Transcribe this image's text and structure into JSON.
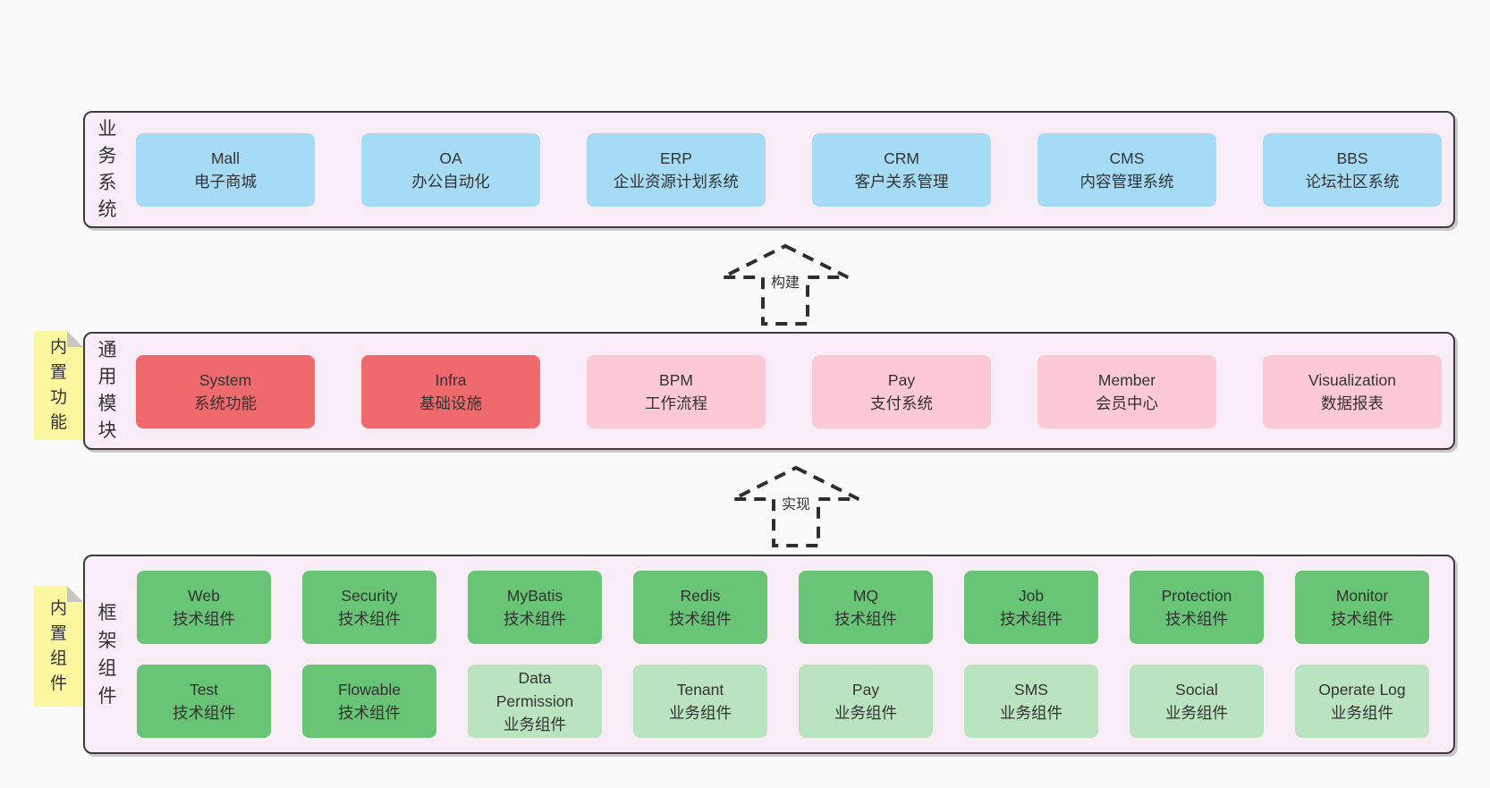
{
  "colors": {
    "page_bg": "#fafafa",
    "band_bg": "#f8edf6",
    "band_border": "#3c3c3c",
    "blue": "#a6dbf5",
    "red": "#ef6a6d",
    "pink": "#fdc9d4",
    "green_dark": "#68c575",
    "green_light": "#bae4c0",
    "sticky_yellow": "#fbf7a1",
    "fold_gray": "#c6c6c6",
    "text": "#333333",
    "dash": "#2e2e2e"
  },
  "arrows": [
    {
      "label": "构建"
    },
    {
      "label": "实现"
    }
  ],
  "bands": [
    {
      "label": "业务系统",
      "boxes": [
        {
          "title": "Mall",
          "subtitle": "电子商城"
        },
        {
          "title": "OA",
          "subtitle": "办公自动化"
        },
        {
          "title": "ERP",
          "subtitle": "企业资源计划系统"
        },
        {
          "title": "CRM",
          "subtitle": "客户关系管理"
        },
        {
          "title": "CMS",
          "subtitle": "内容管理系统"
        },
        {
          "title": "BBS",
          "subtitle": "论坛社区系统"
        }
      ]
    },
    {
      "label": "通用模块",
      "sticky": "内置功能",
      "boxes": [
        {
          "title": "System",
          "subtitle": "系统功能"
        },
        {
          "title": "Infra",
          "subtitle": "基础设施"
        },
        {
          "title": "BPM",
          "subtitle": "工作流程"
        },
        {
          "title": "Pay",
          "subtitle": "支付系统"
        },
        {
          "title": "Member",
          "subtitle": "会员中心"
        },
        {
          "title": "Visualization",
          "subtitle": "数据报表"
        }
      ]
    },
    {
      "label": "框架组件",
      "sticky": "内置组件",
      "rows": [
        {
          "boxes": [
            {
              "title": "Web",
              "subtitle": "技术组件"
            },
            {
              "title": "Security",
              "subtitle": "技术组件"
            },
            {
              "title": "MyBatis",
              "subtitle": "技术组件"
            },
            {
              "title": "Redis",
              "subtitle": "技术组件"
            },
            {
              "title": "MQ",
              "subtitle": "技术组件"
            },
            {
              "title": "Job",
              "subtitle": "技术组件"
            },
            {
              "title": "Protection",
              "subtitle": "技术组件"
            },
            {
              "title": "Monitor",
              "subtitle": "技术组件"
            }
          ]
        },
        {
          "boxes": [
            {
              "title": "Test",
              "subtitle": "技术组件"
            },
            {
              "title": "Flowable",
              "subtitle": "技术组件"
            },
            {
              "title": "Data Permission",
              "subtitle": "业务组件"
            },
            {
              "title": "Tenant",
              "subtitle": "业务组件"
            },
            {
              "title": "Pay",
              "subtitle": "业务组件"
            },
            {
              "title": "SMS",
              "subtitle": "业务组件"
            },
            {
              "title": "Social",
              "subtitle": "业务组件"
            },
            {
              "title": "Operate Log",
              "subtitle": "业务组件"
            }
          ]
        }
      ]
    }
  ]
}
